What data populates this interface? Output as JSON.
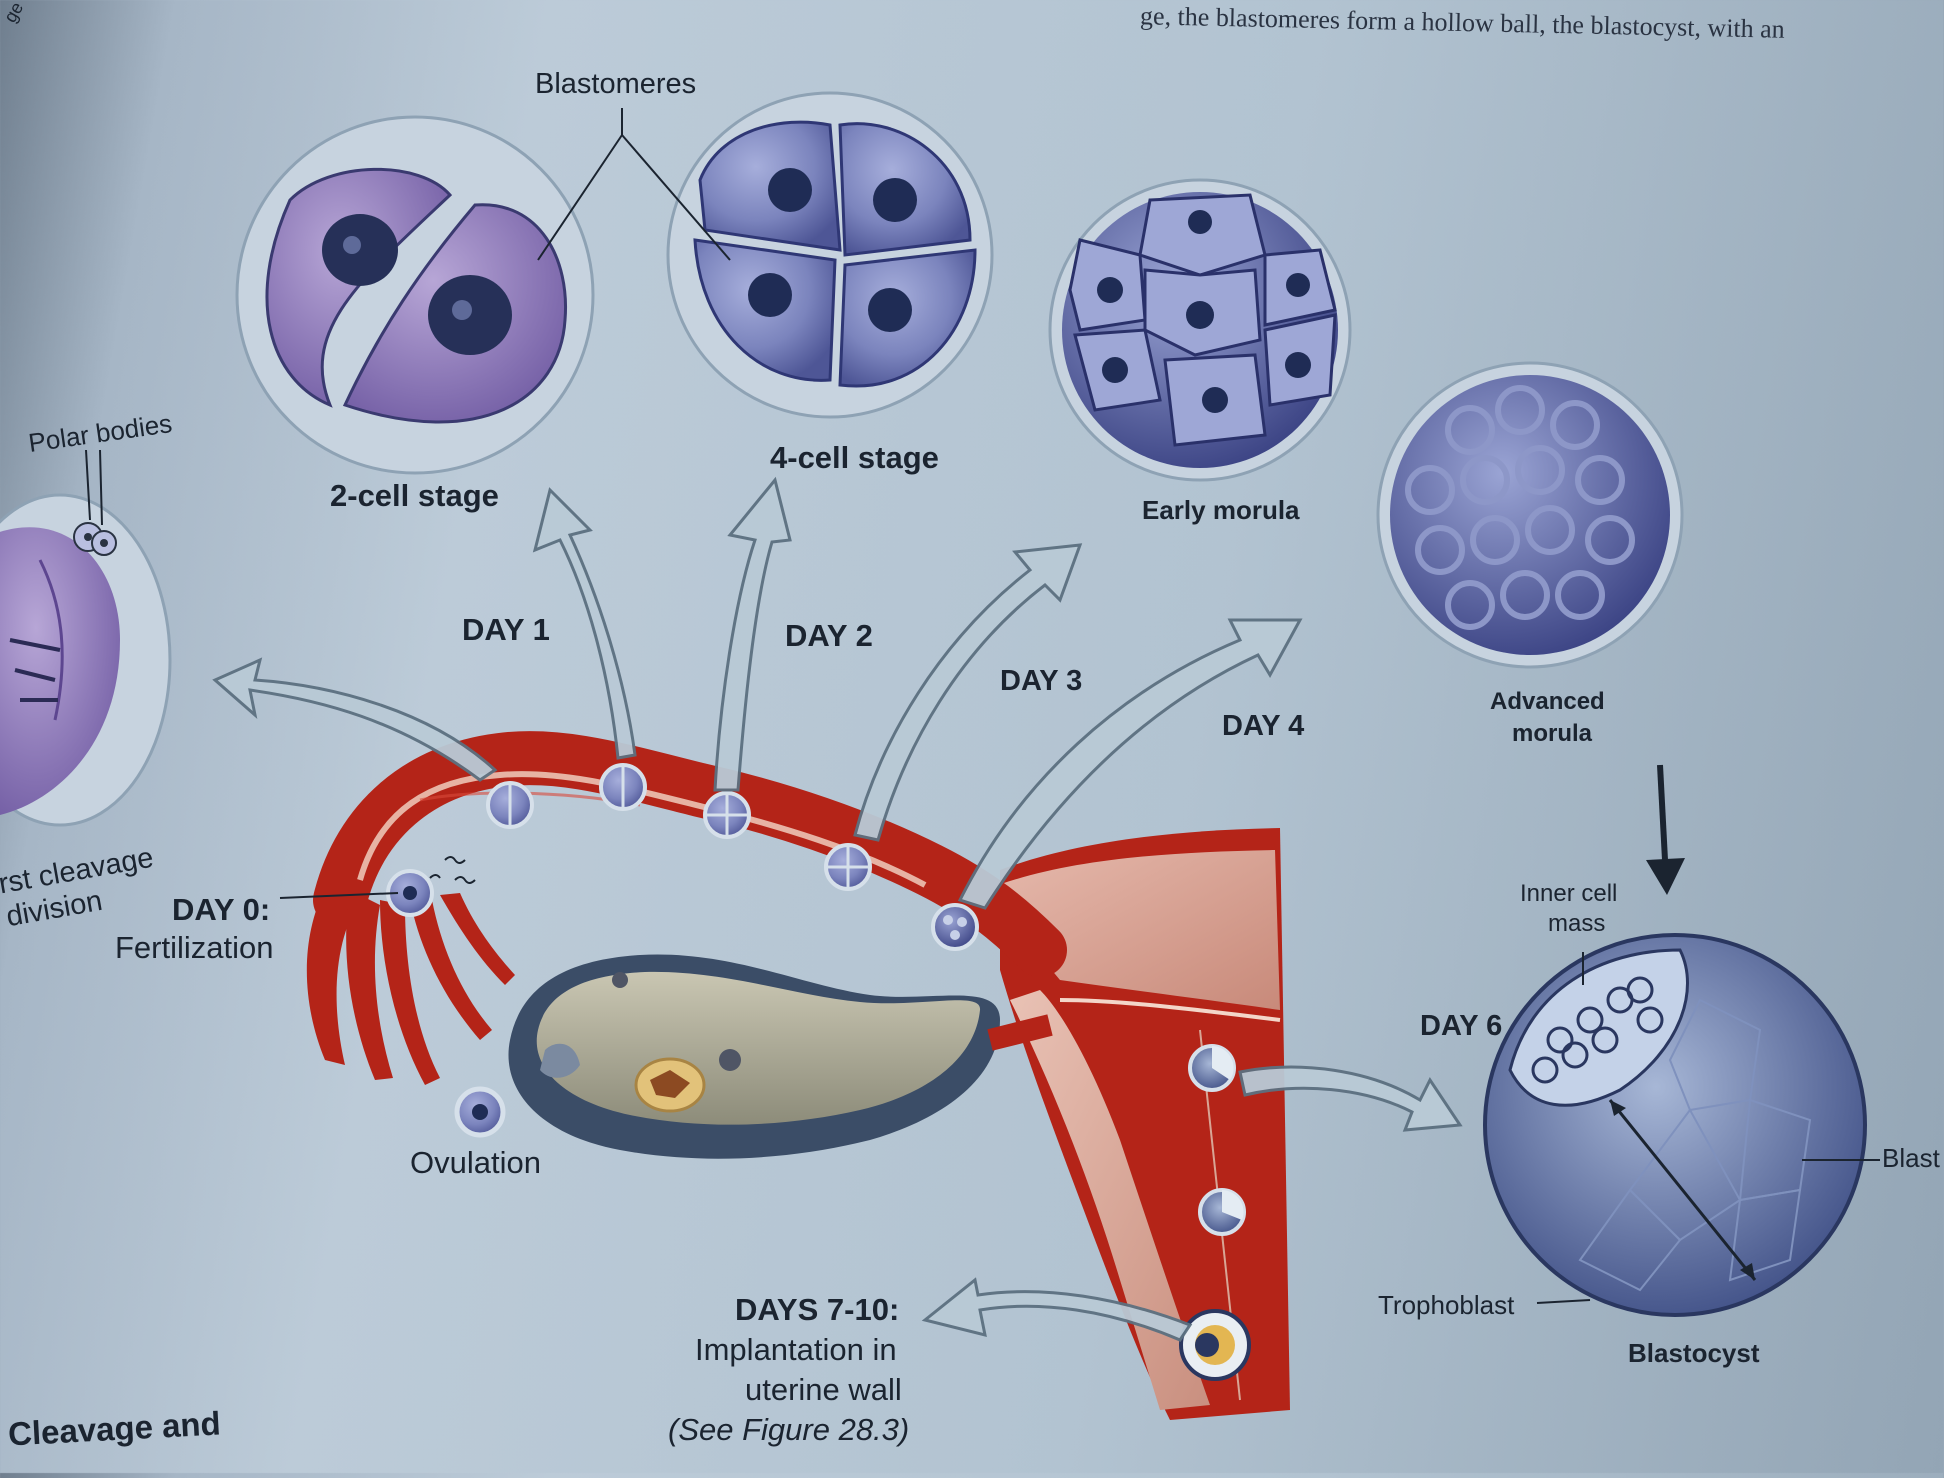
{
  "page": {
    "top_text_fragment": "ge, the blastomeres form a hollow ball, the blastocyst, with an",
    "bottom_caption": "Cleavage and",
    "corner_fragment": "ge"
  },
  "labels": {
    "blastomeres": "Blastomeres",
    "polar_bodies": "Polar bodies",
    "two_cell": "2-cell stage",
    "four_cell": "4-cell stage",
    "early_morula": "Early morula",
    "advanced_morula_1": "Advanced",
    "advanced_morula_2": "morula",
    "first_cleavage_1": "rst cleavage",
    "first_cleavage_2": "division",
    "day0": "DAY 0:",
    "fertilization": "Fertilization",
    "day1": "DAY 1",
    "day2": "DAY 2",
    "day3": "DAY 3",
    "day4": "DAY 4",
    "day6": "DAY 6",
    "ovulation": "Ovulation",
    "inner_cell_mass_1": "Inner cell",
    "inner_cell_mass_2": "mass",
    "blastocyst_cavity": "Blast",
    "trophoblast": "Trophoblast",
    "blastocyst": "Blastocyst",
    "days_7_10": "DAYS 7-10:",
    "implantation_1": "Implantation in",
    "implantation_2": "uterine wall",
    "see_figure": "(See Figure 28.3)"
  },
  "colors": {
    "cell_fill": "#7c84b8",
    "cell_dark": "#4a5192",
    "nucleus": "#1f2c55",
    "zona": "#c7d3df",
    "tube_red": "#b42418",
    "tube_light": "#e8b7a8",
    "arrow_fill": "#b9cad6",
    "arrow_stroke": "#5c7080"
  }
}
